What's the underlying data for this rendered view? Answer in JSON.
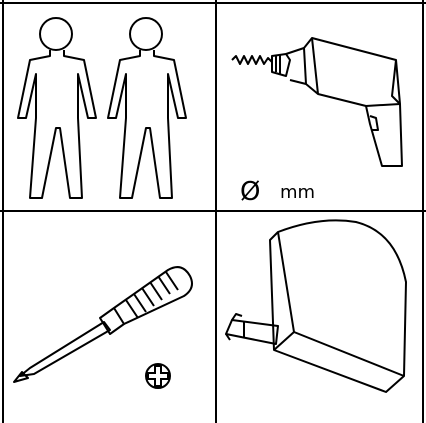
{
  "panels": [
    {
      "id": "two-people",
      "icon": "two-person-figure-icon",
      "caption": ""
    },
    {
      "id": "drill",
      "icon": "power-drill-icon",
      "diameter_symbol": "Ø",
      "unit": "mm"
    },
    {
      "id": "screwdriver",
      "icon": "phillips-screwdriver-icon",
      "badge_icon": "phillips-head-symbol-icon"
    },
    {
      "id": "tape-measure",
      "icon": "tape-measure-icon",
      "caption": ""
    }
  ],
  "colors": {
    "line": "#000000",
    "background": "#ffffff"
  }
}
